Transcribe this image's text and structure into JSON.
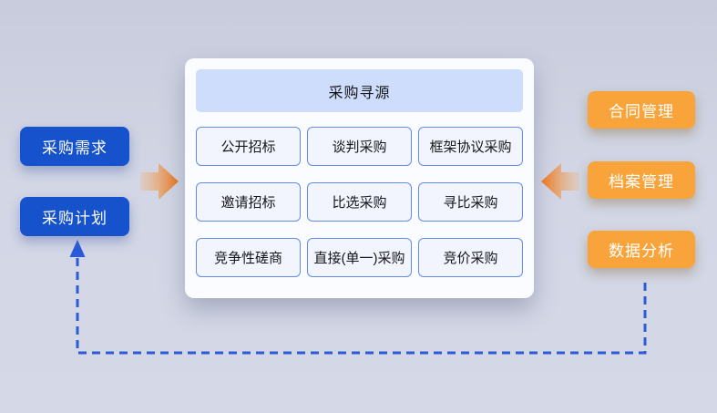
{
  "diagram": {
    "left_nodes": [
      {
        "label": "采购需求"
      },
      {
        "label": "采购计划"
      }
    ],
    "center": {
      "title": "采购寻源",
      "methods": [
        "公开招标",
        "谈判采购",
        "框架协议采购",
        "邀请招标",
        "比选采购",
        "寻比采购",
        "竞争性磋商",
        "直接(单一)采购",
        "竞价采购"
      ]
    },
    "right_nodes": [
      {
        "label": "合同管理"
      },
      {
        "label": "档案管理"
      },
      {
        "label": "数据分析"
      }
    ],
    "icons": {
      "left_flow_arrow": "orange-gradient-arrow-right",
      "right_flow_arrow": "orange-gradient-arrow-left",
      "feedback_connector": "blue-dashed-line-arrow-up"
    },
    "colors": {
      "background": "#d2d6e5",
      "node_blue": "#1652cc",
      "node_orange": "#f9a43b",
      "arrow_orange_tip": "#ec7418",
      "connector_blue": "#2b5bd7",
      "card_bg": "#fbfcff",
      "header_bg": "#cdddfb",
      "cell_bg": "#f2f5fd",
      "cell_border": "#648ceb"
    }
  }
}
